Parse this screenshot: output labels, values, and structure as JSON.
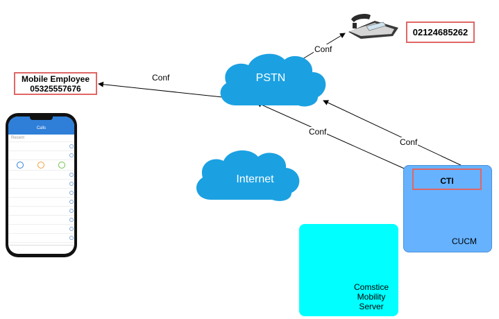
{
  "phone_numbers": {
    "desk_phone": "02124685262",
    "mobile_employee_title": "Mobile Employee",
    "mobile_employee_number": "05325557676"
  },
  "clouds": {
    "pstn": "PSTN",
    "internet": "Internet"
  },
  "edges": {
    "conf_desk": "Conf",
    "conf_mobile": "Conf",
    "conf_server": "Conf",
    "conf_cti": "Conf"
  },
  "nodes": {
    "cti": "CTI",
    "cucm": "CUCM",
    "comstice_line1": "Comstice",
    "comstice_line2": "Mobility",
    "comstice_line3": "Server"
  },
  "phone_screen": {
    "title": "Calls",
    "recent": "Recent"
  },
  "colors": {
    "cloud": "#1ba1e2",
    "cucm_fill": "#66b2ff",
    "comstice_fill": "#00ffff",
    "label_border": "#e06666"
  }
}
